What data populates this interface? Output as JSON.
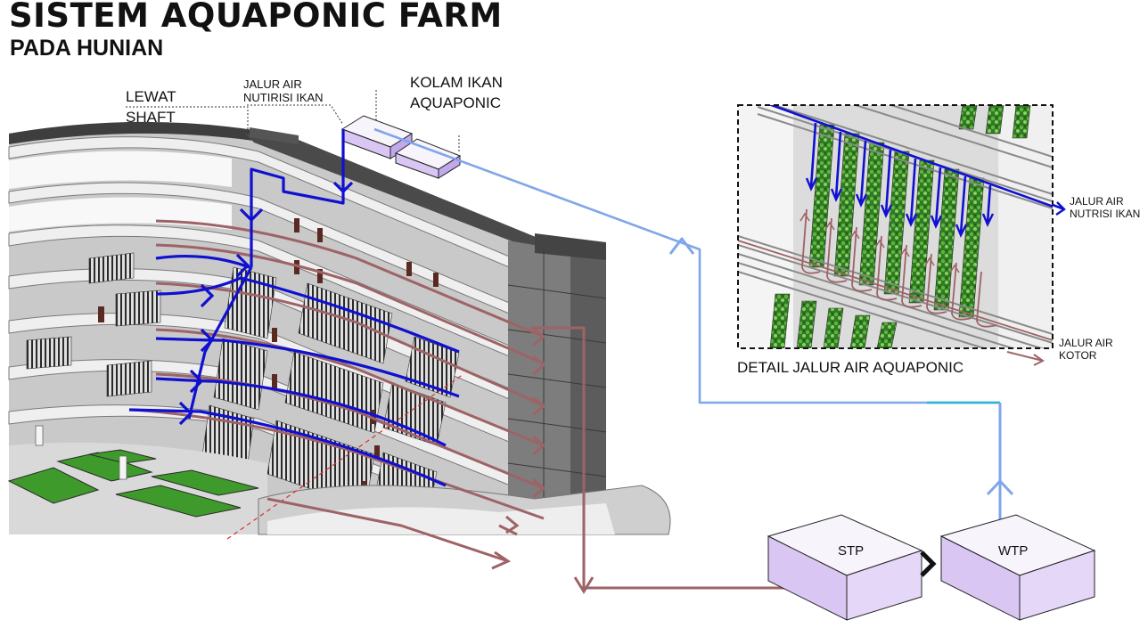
{
  "header": {
    "title": "SISTEM AQUAPONIC FARM",
    "subtitle": "PADA HUNIAN"
  },
  "labels": {
    "shaft": "LEWAT SHAFT",
    "shaft_line1": "LEWAT",
    "shaft_line2": "SHAFT",
    "nutrisi_line1": "JALUR AIR",
    "nutrisi_line2": "NUTIRISI IKAN",
    "kolam_line1": "KOLAM IKAN",
    "kolam_line2": "AQUAPONIC"
  },
  "detail": {
    "caption": "DETAIL JALUR AIR AQUAPONIC",
    "nutrisi_line1": "JALUR AIR",
    "nutrisi_line2": "NUTRISI IKAN",
    "kotor_line1": "JALUR AIR",
    "kotor_line2": "KOTOR"
  },
  "treatment": {
    "stp": "STP",
    "wtp": "WTP"
  },
  "colors": {
    "nutrient_flow": "#1010d0",
    "dirty_flow": "#9e6366",
    "clean_flow": "#7fa6ea",
    "cyan_flow": "#29b6d6",
    "box_top": "#f7f4fb",
    "box_side": "#d9c6f2",
    "building_dark": "#5e5e5e",
    "building_light": "#d8d8d8",
    "planter_green": "#3f9a2c"
  }
}
